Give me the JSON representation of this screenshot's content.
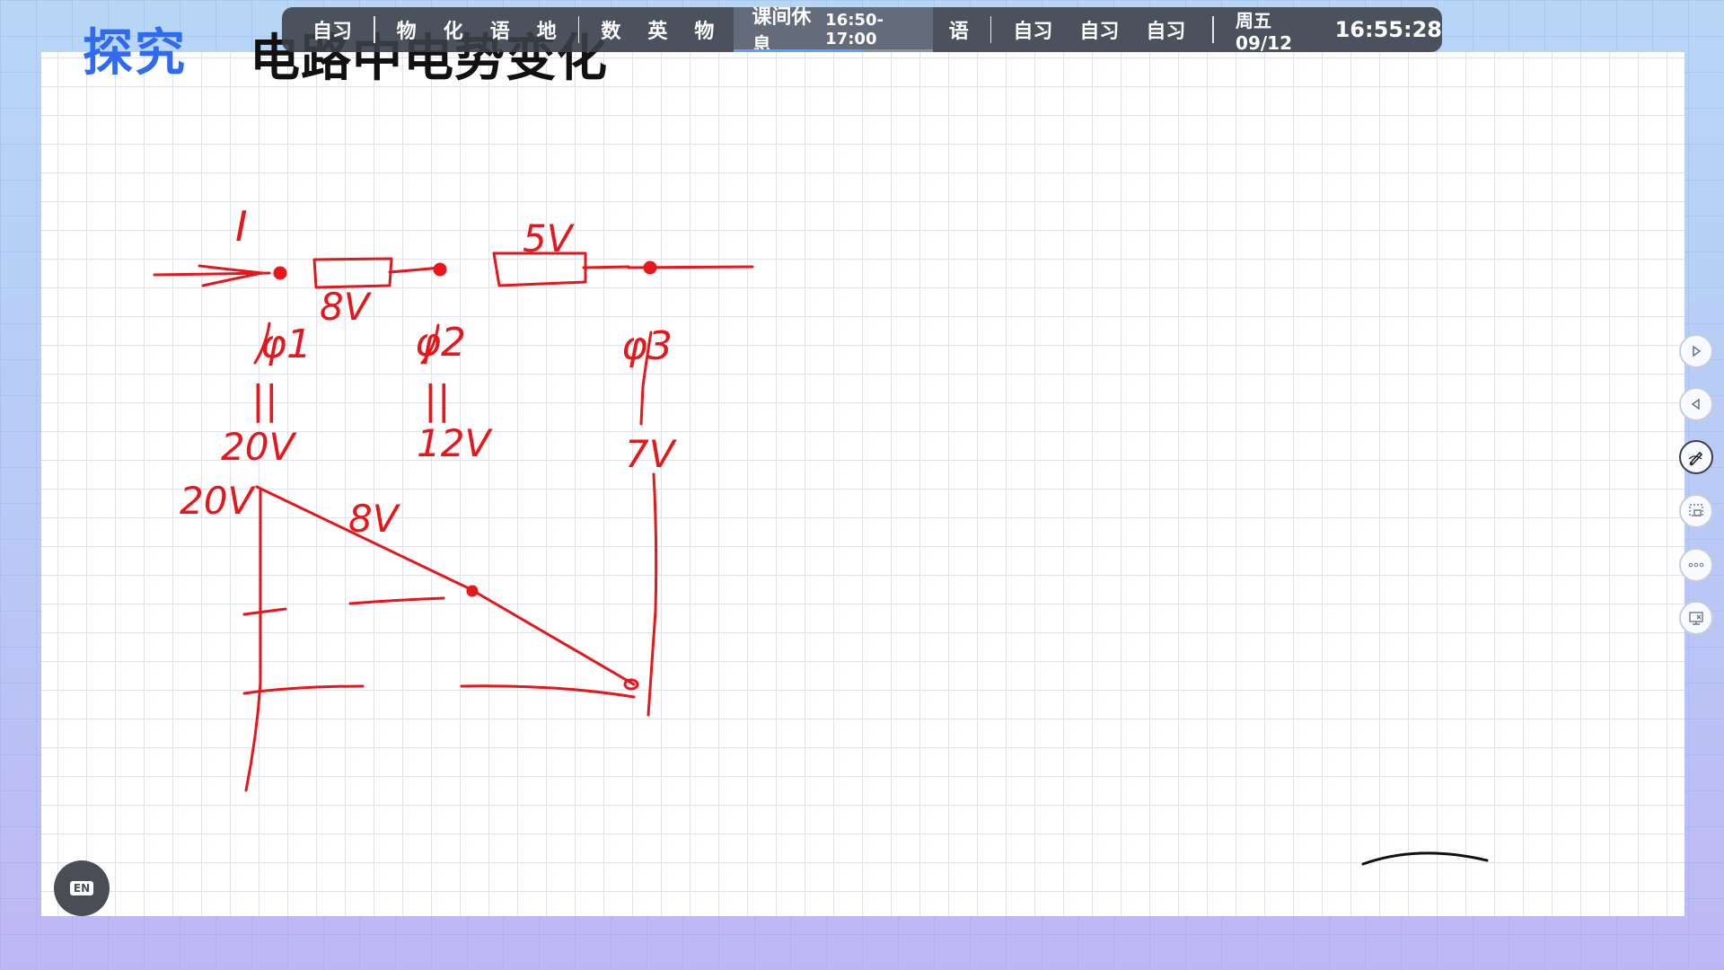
{
  "header": {
    "badge": "探究",
    "title": "电路中电势变化"
  },
  "schedule": {
    "seg1": [
      "自习"
    ],
    "seg2": [
      "物",
      "化",
      "语",
      "地"
    ],
    "seg3": [
      "数",
      "英",
      "物"
    ],
    "current": {
      "label": "课间休息",
      "time": "16:50-17:00",
      "progress_percent": 65
    },
    "seg4": [
      "语"
    ],
    "seg5": [
      "自习",
      "自习",
      "自习"
    ],
    "date": "周五 09/12",
    "clock": "16:55:28"
  },
  "sidebar": {
    "icons": [
      "play-next-icon",
      "play-prev-icon",
      "pen-icon",
      "screenshot-icon",
      "more-icon",
      "close-board-icon"
    ]
  },
  "ime": {
    "label": "EN"
  },
  "ink_color": "#e8161b",
  "ink": {
    "current": "I",
    "r1": "8V",
    "r2": "5V",
    "phi1": "φ1",
    "phi2": "φ2",
    "phi3": "φ3",
    "eq": "||",
    "v1": "20V",
    "v2": "12V",
    "v3": "7V",
    "v_graph": "20V",
    "drop": "8V"
  }
}
